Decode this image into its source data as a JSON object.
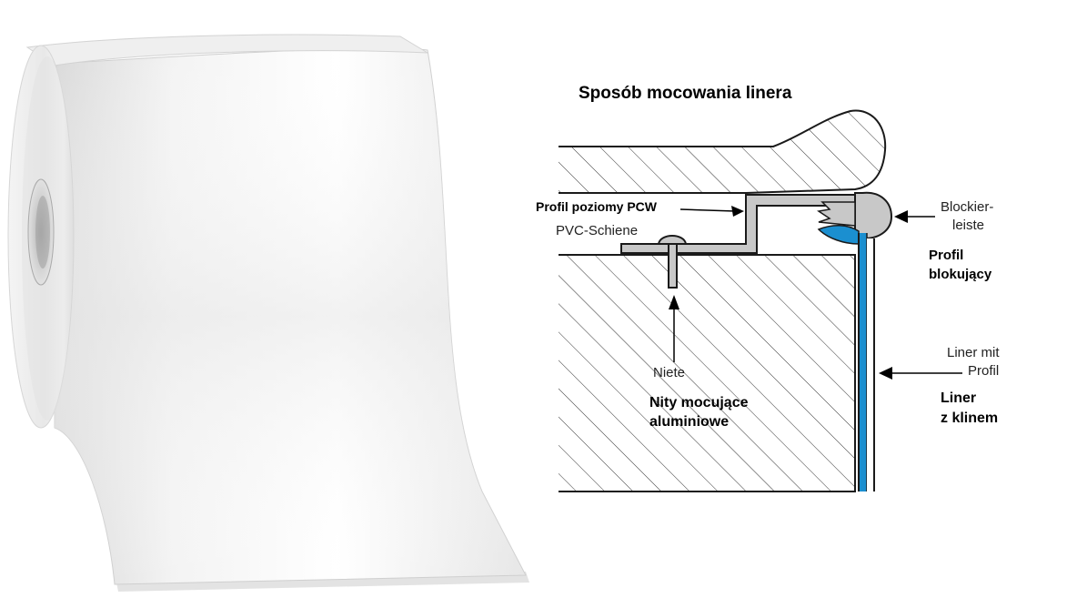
{
  "diagram": {
    "title": "Sposób mocowania linera",
    "labels": {
      "profil_poziomy": "Profil poziomy PCW",
      "pvc_schiene": "PVC-Schiene",
      "blockier_line1": "Blockier-",
      "blockier_line2": "leiste",
      "profil_blok_line1": "Profil",
      "profil_blok_line2": "blokujący",
      "niete": "Niete",
      "nity_line1": "Nity mocujące",
      "nity_line2": "aluminiowe",
      "liner_mit_line1": "Liner mit",
      "liner_mit_line2": "Profil",
      "liner_klin_line1": "Liner",
      "liner_klin_line2": "z klinem"
    },
    "colors": {
      "liner_blue": "#1b8fd0",
      "profile_gray": "#c8c8c8",
      "outline": "#1a1a1a",
      "hatch": "#333333"
    }
  },
  "product_photo": {
    "subject": "liner-roll"
  }
}
